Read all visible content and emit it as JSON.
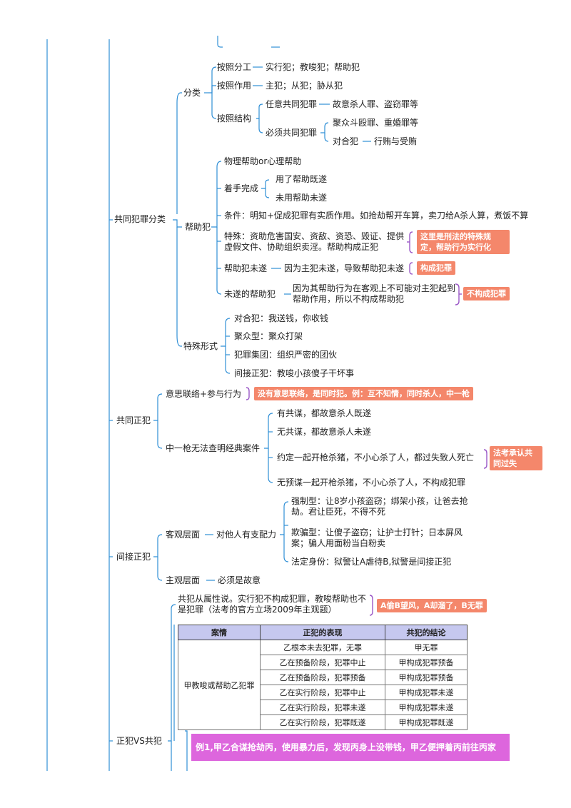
{
  "colors": {
    "line": "#2f8fd6",
    "tag": "#f4876b",
    "bracket": "#9b59c7",
    "table_header": "#c6c8ef",
    "purple": "#dd66dd"
  },
  "nodes": {
    "gongtong_fenlei": "共同犯罪分类",
    "fenlei": "分类",
    "anzhao_fengong": "按照分工",
    "fengong_leaf": "实行犯；教唆犯；帮助犯",
    "anzhao_zuoyong": "按照作用",
    "zuoyong_leaf": "主犯；从犯；胁从犯",
    "anzhao_jiegou": "按照结构",
    "renyi_gongtong": "任意共同犯罪",
    "renyi_leaf": "故意杀人罪、盗窃罪等",
    "bixu_gongtong": "必须共同犯罪",
    "juzhong_leaf": "聚众斗殴罪、重婚罪等",
    "duihefan": "对合犯",
    "duihe_leaf": "行贿与受贿",
    "bangzhufan": "帮助犯",
    "wuli_bangzhu": "物理帮助or心理帮助",
    "zhuoshou": "着手完成",
    "yongle": "用了帮助既遂",
    "weiyong": "未用帮助未遂",
    "tiaojian": "条件：明知+促成犯罪有实质作用。如抢劫帮开车算，卖刀给A杀人算，煮饭不算",
    "teshu": "特殊：资助危害国安、资敌、资恐、毁证、提供虚假文件、协助组织卖淫。帮助构成正犯",
    "teshu_tag": "这里是刑法的特殊规定，帮助行为实行化",
    "bz_weisui": "帮助犯未遂",
    "bz_weisui_reason": "因为主犯未遂，导致帮助犯未遂",
    "bz_weisui_tag": "构成犯罪",
    "weisui_bangzhu": "未遂的帮助犯",
    "weisui_bangzhu_reason": "因为其帮助行为在客观上不可能对主犯起到帮助作用，所以不构成帮助犯",
    "weisui_bangzhu_tag": "不构成犯罪",
    "teshu_xingshi": "特殊形式",
    "tx1": "对合犯：我送钱，你收钱",
    "tx2": "聚众型：聚众打架",
    "tx3": "犯罪集团：组织严密的团伙",
    "tx4": "间接正犯：教唆小孩傻子干坏事",
    "gongtong_zhengfan": "共同正犯",
    "yisi_lianluo": "意思联络+参与行为",
    "yisi_tag": "没有意思联络，是同时犯。例：互不知情，同时杀人，中一枪",
    "zhongyiqiang": "中一枪无法查明经典案件",
    "zq1": "有共谋，都故意杀人既遂",
    "zq2": "无共谋，都故意杀人未遂",
    "zq3": "约定一起开枪杀猪，不小心杀了人，都过失致人死亡",
    "zq3_tag": "法考承认共同过失",
    "zq4": "无预谋一起开枪杀猪，不小心杀了人，不构成犯罪",
    "jianjie_zhengfan": "间接正犯",
    "keguan": "客观层面",
    "zhipei": "对他人有支配力",
    "qiangzhi": "强制型：让8岁小孩盗窃；绑架小孩，让爸去抢劫。君让臣死，不得不死",
    "qipian": "欺骗型：让傻子盗窃；让护士打针；日本屏风案；骗人用面粉当白粉卖",
    "fading": "法定身份：狱警让A虐待B,狱警是间接正犯",
    "zhuguan": "主观层面",
    "bixu_guyi": "必须是故意",
    "zhengfan_vs": "正犯VS共犯",
    "gongfan_shuxing": "共犯从属性说。实行犯不构成犯罪，教唆帮助也不是犯罪（法考的官方立场2009年主观题）",
    "shuxing_tag": "A偷B望风，A却溜了，B无罪",
    "purple_example": "例1,甲乙合谋抢劫丙，使用暴力后，发现丙身上没带钱，甲乙便押着丙前往丙家"
  },
  "table": {
    "headers": [
      "案情",
      "正犯的表现",
      "共犯的结论"
    ],
    "case_label": "甲教唆或帮助乙犯罪",
    "rows": [
      [
        "乙根本未去犯罪，无罪",
        "甲无罪"
      ],
      [
        "乙在预备阶段，犯罪中止",
        "甲构成犯罪预备"
      ],
      [
        "乙在预备阶段，犯罪预备",
        "甲构成犯罪预备"
      ],
      [
        "乙在实行阶段，犯罪中止",
        "甲构成犯罪未遂"
      ],
      [
        "乙在实行阶段，犯罪未遂",
        "甲构成犯罪未遂"
      ],
      [
        "乙在实行阶段，犯罪既遂",
        "甲构成犯罪既遂"
      ]
    ]
  }
}
